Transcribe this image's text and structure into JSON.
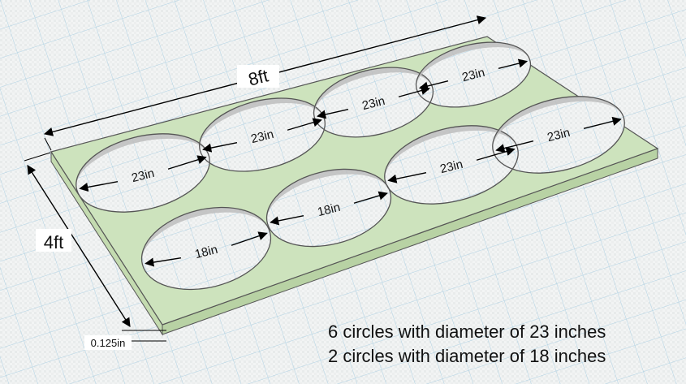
{
  "dimensions": {
    "length": "8ft",
    "width": "4ft",
    "thickness": "0.125in"
  },
  "circles": [
    {
      "label": "23in"
    },
    {
      "label": "23in"
    },
    {
      "label": "23in"
    },
    {
      "label": "23in"
    },
    {
      "label": "18in"
    },
    {
      "label": "18in"
    },
    {
      "label": "23in"
    },
    {
      "label": "23in"
    }
  ],
  "notes": {
    "line1": "6 circles with diameter of 23 inches",
    "line2": "2 circles with diameter of 18 inches"
  },
  "colors": {
    "board_top": "#cde3bd",
    "board_side": "#b8d2a4",
    "grid_line": "#a9cfe3",
    "hole_wall": "#bdbdbd",
    "outline": "#555555"
  }
}
